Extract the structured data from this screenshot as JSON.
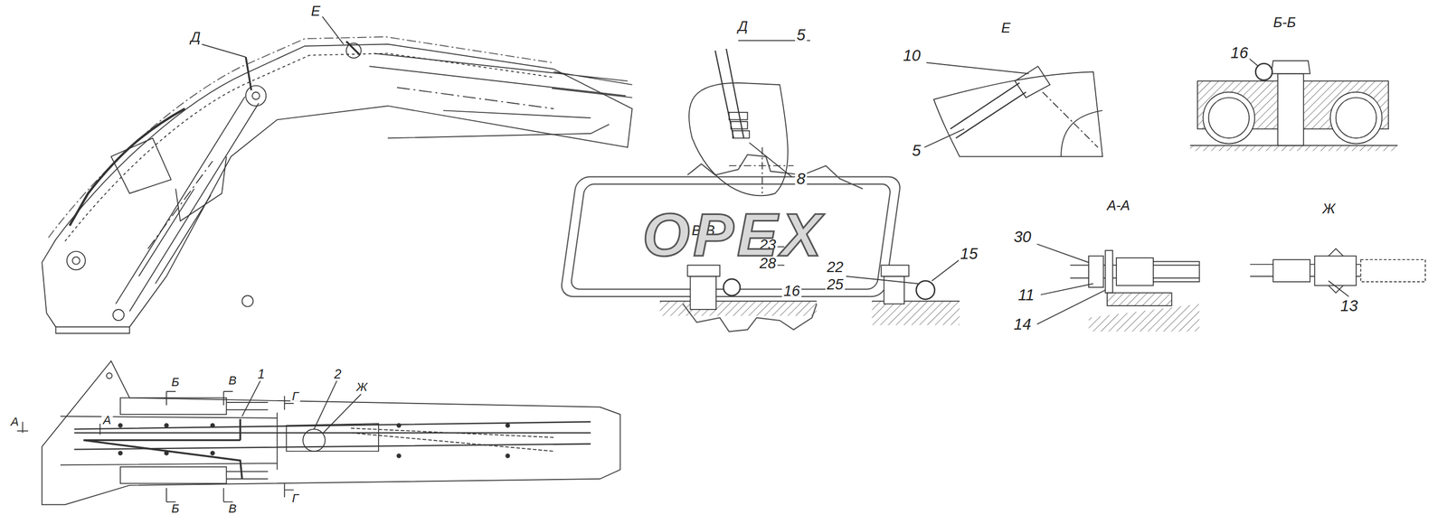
{
  "diagram": {
    "labels": [
      "Д",
      "Е",
      "Б",
      "В",
      "1",
      "2",
      "Ж",
      "Г",
      "А",
      "А",
      "Б",
      "В",
      "Г",
      "Д",
      "5",
      "8",
      "Е",
      "10",
      "5",
      "Б-Б",
      "16",
      "В-В",
      "23",
      "28",
      "16",
      "22",
      "25",
      "15",
      "А-А",
      "30",
      "11",
      "14",
      "Ж",
      "13",
      "OPEX"
    ]
  }
}
